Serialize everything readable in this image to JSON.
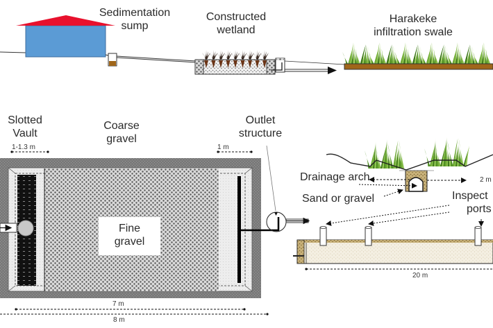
{
  "top_schematic": {
    "labels": {
      "sedimentation_sump": [
        "Sedimentation",
        "sump"
      ],
      "constructed_wetland": [
        "Constructed",
        "wetland"
      ],
      "infiltration_swale": [
        "Harakeke",
        "infiltration swale"
      ]
    },
    "colors": {
      "roof": "#e8112d",
      "house": "#5b9bd5",
      "soil": "#a0661a",
      "sediment": "#a0661a",
      "grass": "#6aa632",
      "wetland_plants": "#3a2a22"
    }
  },
  "plan_view": {
    "labels": {
      "slotted_vault": [
        "Slotted",
        "Vault"
      ],
      "coarse_gravel": [
        "Coarse",
        "gravel"
      ],
      "outlet_structure": [
        "Outlet",
        "structure"
      ],
      "fine_gravel": [
        "Fine",
        "gravel"
      ]
    },
    "dimensions": {
      "vault_width": "1-1.3  m",
      "outlet_width": "1 m",
      "inner_length": "7  m",
      "outer_length": "8 m"
    }
  },
  "section_view": {
    "labels": {
      "drainage_arch": "Drainage arch",
      "sand_or_gravel": "Sand or gravel",
      "inspection_ports": [
        "Inspect",
        "ports"
      ]
    },
    "dimensions": {
      "half_width": "2 m",
      "length": "20 m"
    }
  }
}
